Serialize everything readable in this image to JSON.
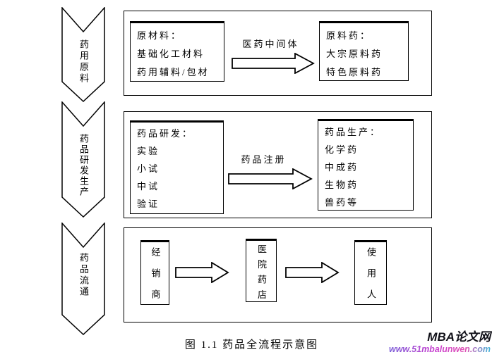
{
  "figure": {
    "caption": "图 1.1 药品全流程示意图"
  },
  "sections": [
    {
      "stage": "药用原料",
      "left_box": {
        "lines": [
          "原材料：",
          "基础化工材料",
          "药用辅料/包材"
        ]
      },
      "arrow_label": "医药中间体",
      "right_box": {
        "lines": [
          "原料药：",
          "大宗原料药",
          "特色原料药"
        ]
      }
    },
    {
      "stage": "药品研发生产",
      "left_box": {
        "lines": [
          "药品研发：",
          "实验",
          "小试",
          "中试",
          "验证"
        ]
      },
      "arrow_label": "药品注册",
      "right_box": {
        "lines": [
          "药品生产：",
          "化学药",
          "中成药",
          "生物药",
          "兽药等"
        ]
      }
    },
    {
      "stage": "药品流通",
      "boxes": [
        "经销商",
        "医院药店",
        "使用人"
      ]
    }
  ],
  "watermark": {
    "site": "MBA论文网",
    "url": "www.51mbalunwen.com"
  },
  "colors": {
    "line": "#000000",
    "background": "#ffffff",
    "watermark_site": "#101018",
    "watermark_url": "#b44bc8"
  }
}
